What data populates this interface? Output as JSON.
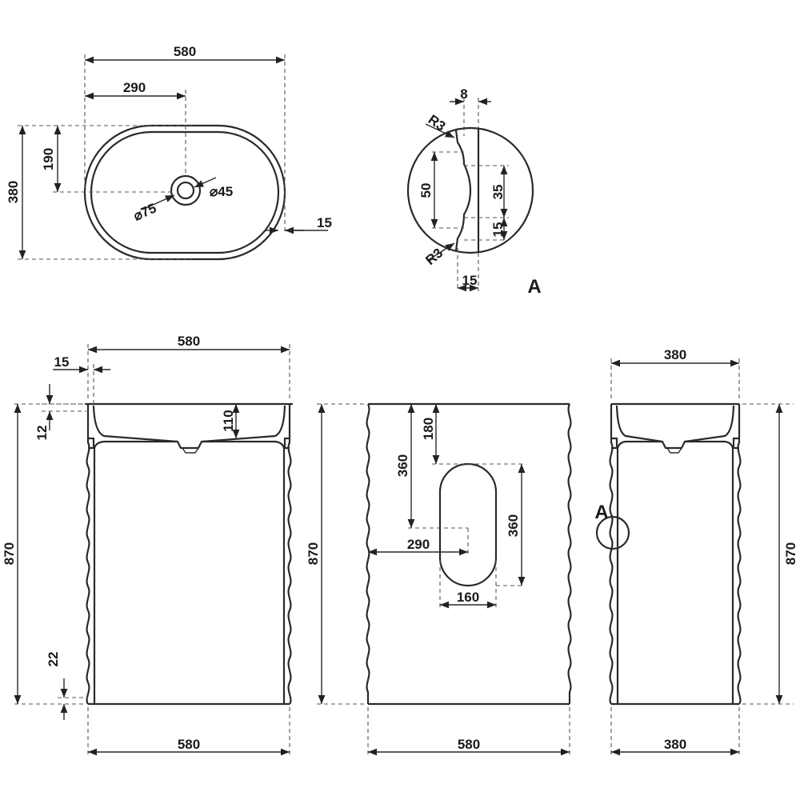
{
  "top_view": {
    "width": "580",
    "half_width": "290",
    "depth": "380",
    "half_depth": "190",
    "rim": "15",
    "outer_diameter": "⌀75",
    "inner_diameter": "⌀45"
  },
  "detail_a": {
    "label": "A",
    "top_gap": "8",
    "radius_top": "R3",
    "radius_bottom": "R3",
    "height_outer": "50",
    "height_inner": "35",
    "lower_step": "15",
    "bottom_width": "15"
  },
  "front_view": {
    "width_top": "580",
    "rim": "15",
    "rim_height": "12",
    "basin_depth": "110",
    "height": "870",
    "base": "22",
    "width_bottom": "580"
  },
  "rear_view": {
    "height": "870",
    "top_offset": "180",
    "center_height": "360",
    "center_offset": "290",
    "opening_height": "360",
    "opening_width": "160",
    "width_bottom": "580"
  },
  "side_view": {
    "width_top": "380",
    "height": "870",
    "detail_marker": "A",
    "width_bottom": "380"
  }
}
